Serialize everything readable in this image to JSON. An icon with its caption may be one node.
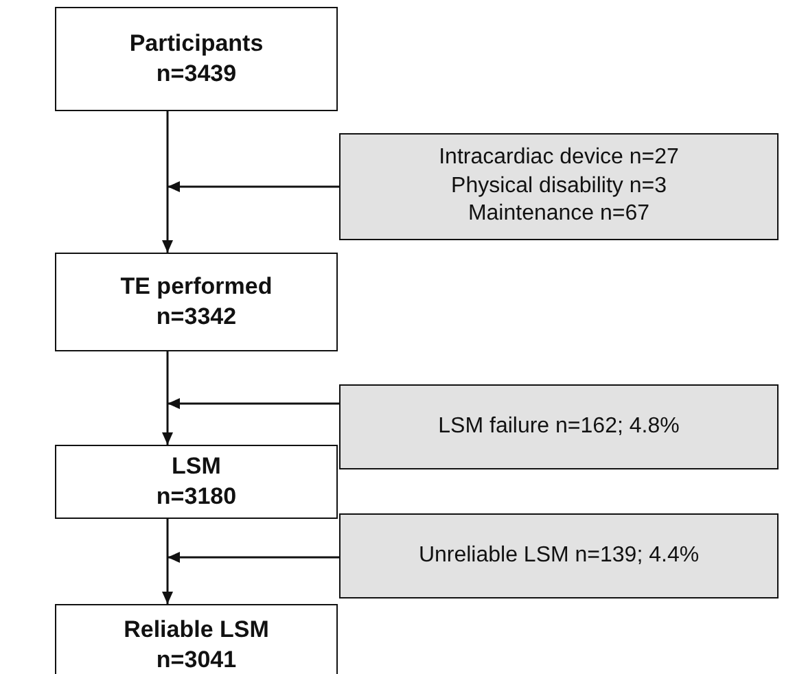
{
  "diagram": {
    "nodes": [
      {
        "text": [
          "Participants n=3439"
        ]
      },
      {
        "text": [
          "Intracardiac device n=27",
          "Physical disability n=3",
          "Maintenance n=67"
        ]
      },
      {
        "text": [
          "TE performed n=3342"
        ]
      },
      {
        "text": [
          "LSM failure n=162; 4.8%"
        ]
      },
      {
        "text": [
          "LSM n=3180"
        ]
      },
      {
        "text": [
          "Unreliable LSM n=139; 4.4%"
        ]
      },
      {
        "text": [
          "Reliable LSM n=3041"
        ]
      }
    ],
    "edges": [
      {
        "from": 0,
        "to": 2,
        "arrow": "to"
      },
      {
        "from": 1,
        "to": null,
        "arrow": "to"
      },
      {
        "from": 2,
        "to": 4,
        "arrow": "to"
      },
      {
        "from": 3,
        "to": null,
        "arrow": "to"
      },
      {
        "from": 4,
        "to": 6,
        "arrow": "to"
      },
      {
        "from": 5,
        "to": null,
        "arrow": "to"
      }
    ]
  }
}
